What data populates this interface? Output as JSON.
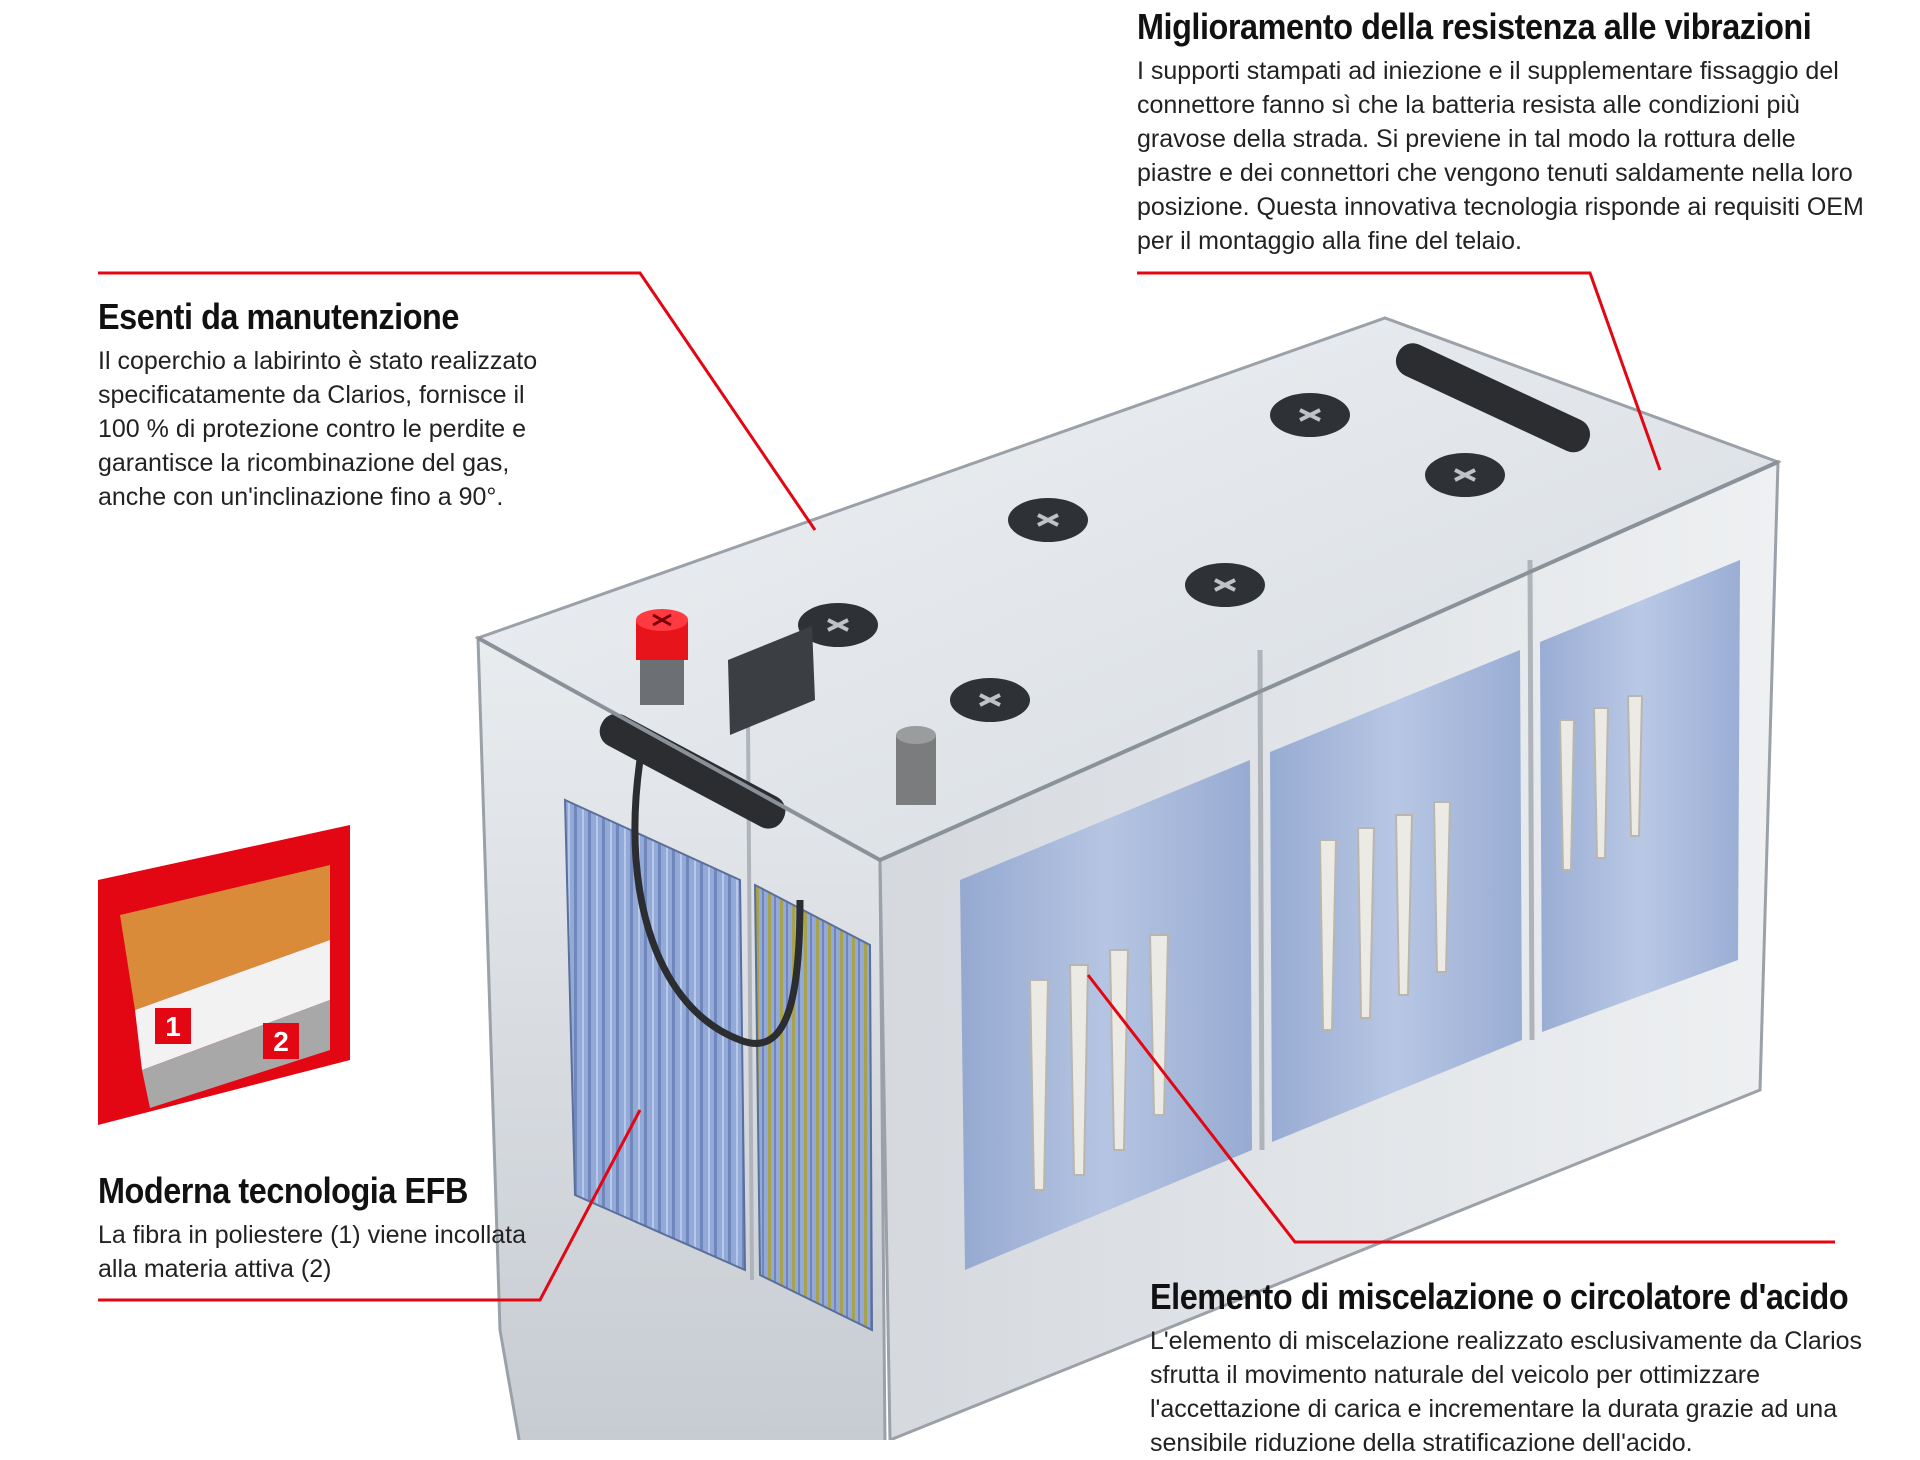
{
  "callouts": {
    "vibration": {
      "title": "Miglioramento della resistenza alle vibrazioni",
      "body": "I supporti stampati ad iniezione e il supplementare fissaggio del connettore fanno sì che la batteria resista alle condizioni più gravose della strada. Si previene in tal modo la rottura delle piastre e dei connettori che vengono tenuti saldamente nella loro posizione. Questa innovativa tecnologia risponde ai requisiti OEM per il montaggio alla fine del telaio."
    },
    "maintenance": {
      "title": "Esenti da manutenzione",
      "body": "Il coperchio a labirinto è stato realizzato specificatamente da Clarios, fornisce il 100 % di protezione contro le perdite e garantisce la ricombinazione del gas, anche con un'inclinazione fino a 90°."
    },
    "efb": {
      "title": "Moderna tecnologia EFB",
      "body": "La fibra in poliestere (1) viene incollata alla materia attiva (2)"
    },
    "mixing": {
      "title": "Elemento di miscelazione o circolatore d'acido",
      "body": "L'elemento di miscelazione realizzato esclusivamente da Clarios sfrutta il movimento naturale del veicolo per ottimizzare l'accettazione di carica e incrementare la durata grazie ad una sensibile riduzione della stratificazione dell'acido."
    }
  },
  "inset": {
    "label_1": "1",
    "label_2": "2"
  },
  "colors": {
    "accent": "#e30613",
    "plate": "#8fa7d6",
    "case": "#d9dde2",
    "terminal": "#e8141c"
  }
}
